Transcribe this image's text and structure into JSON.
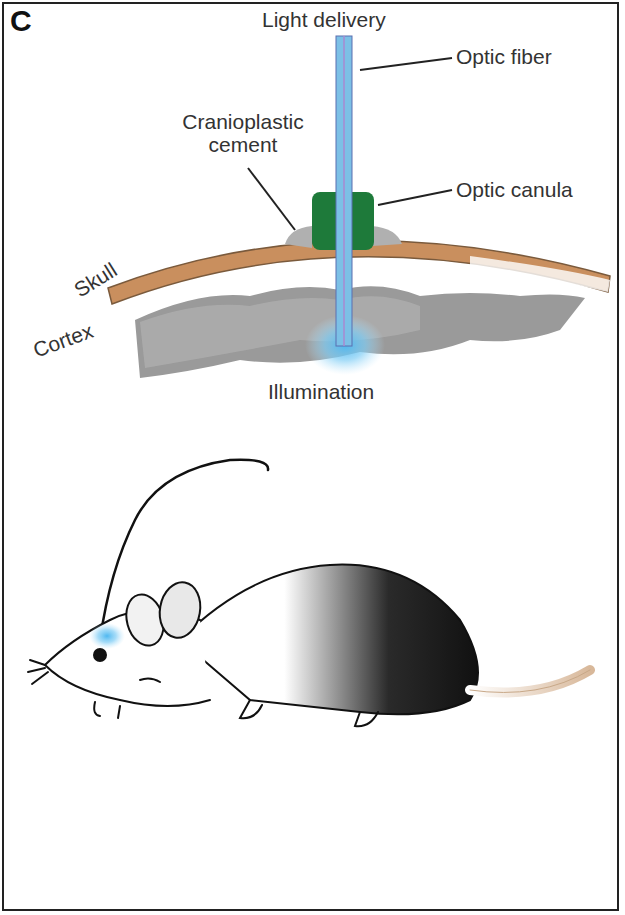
{
  "diagram": {
    "labels": [
      "C",
      "Light delivery",
      "Optic fiber",
      "Cranioplastic cement",
      "Optic canula",
      "Skull",
      "Cortex",
      "Illumination"
    ]
  }
}
